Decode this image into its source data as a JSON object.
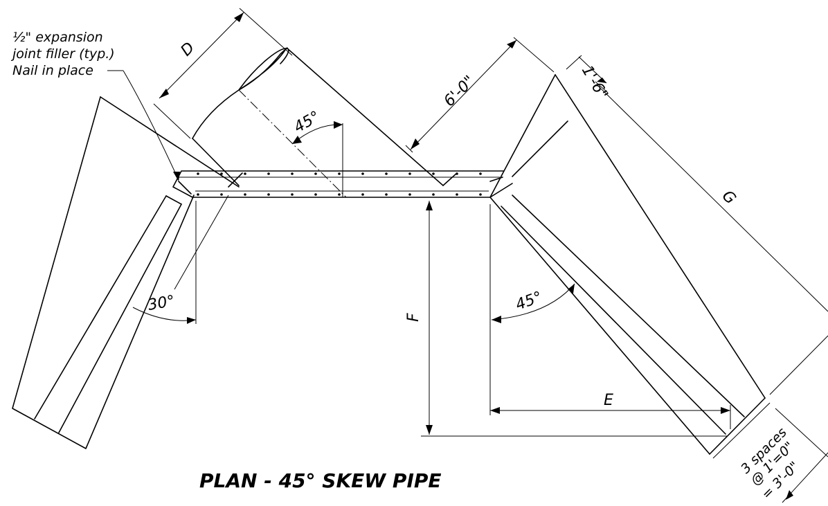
{
  "title": "PLAN - 45° SKEW PIPE",
  "note": {
    "line1": "½\" expansion",
    "line2": "joint filler (typ.)",
    "line3": "Nail in place"
  },
  "dimensions": {
    "D": "D",
    "E": "E",
    "F": "F",
    "G": "G",
    "six_ft": "6'-0\"",
    "one_six": "1'-6\"",
    "spaces_line1": "3 spaces",
    "spaces_line2": "@ 1'=0\"",
    "spaces_line3": "= 3'-0\""
  },
  "angles": {
    "top": "45°",
    "left": "30°",
    "right": "45°"
  }
}
